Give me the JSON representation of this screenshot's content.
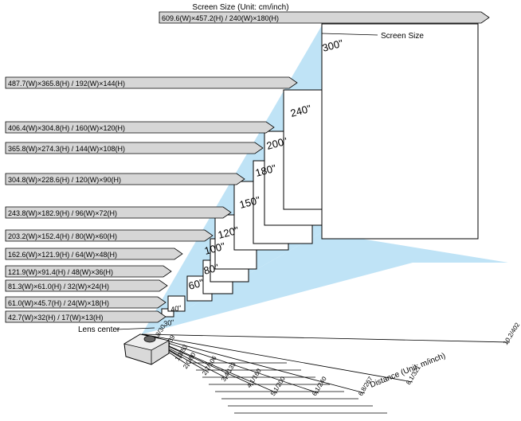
{
  "header": {
    "title": "Screen Size (Unit: cm/inch)"
  },
  "screen_size_callout": "Screen Size",
  "lens_center_label": "Lens center",
  "distance_axis_label": "Distance (Unit: m/inch)",
  "colors": {
    "beam": "#bfe3f6",
    "label_box": "#d6d6d6",
    "ink": "#000000"
  },
  "screens": [
    {
      "diag": "30\"",
      "size": "42.7(W)×32(H) / 17(W)×13(H)",
      "distance": "0.8/30"
    },
    {
      "diag": "40\"",
      "size": "61.0(W)×45.7(H) / 24(W)×18(H)",
      "distance": "1.0/39"
    },
    {
      "diag": "60\"",
      "size": "81.3(W)×61.0(H) / 32(W)×24(H)",
      "distance": "1.3/53"
    },
    {
      "diag": "80\"",
      "size": "121.9(W)×91.4(H) / 48(W)×36(H)",
      "distance": "2.0/80"
    },
    {
      "diag": "100\"",
      "size": "162.6(W)×121.9(H) / 64(W)×48(H)",
      "distance": "2.7/106"
    },
    {
      "diag": "120\"",
      "size": "203.2(W)×152.4(H) / 80(W)×60(H)",
      "distance": "3.4/133"
    },
    {
      "diag": "150\"",
      "size": "243.8(W)×182.9(H) / 96(W)×72(H)",
      "distance": "4.1/160"
    },
    {
      "diag": "180\"",
      "size": "304.8(W)×228.6(H) / 120(W)×90(H)",
      "distance": "5.1/200"
    },
    {
      "diag": "200\"",
      "size": "365.8(W)×274.3(H) / 144(W)×108(H)",
      "distance": "6.1/240"
    },
    {
      "diag": "240\"",
      "size": "406.4(W)×304.8(H) / 160(W)×120(H)",
      "distance": "6.8/267"
    },
    {
      "diag": "300\"",
      "size": "487.7(W)×365.8(H) / 192(W)×144(H)",
      "distance": "8.1/321"
    },
    {
      "diag": "",
      "size": "609.6(W)×457.2(H) / 240(W)×180(H)",
      "distance": "10.2/402"
    }
  ]
}
